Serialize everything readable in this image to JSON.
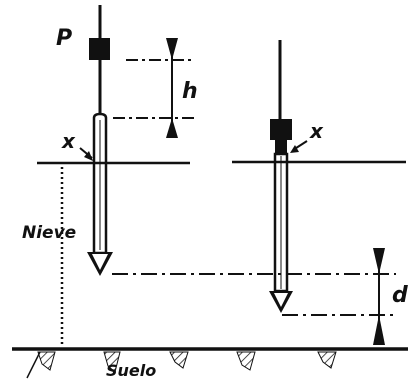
{
  "labels": {
    "weight": "P",
    "drop_height": "h",
    "marker_left": "x",
    "marker_right": "x",
    "snow": "Nieve",
    "penetration": "d",
    "ground": "Suelo"
  },
  "colors": {
    "ink": "#111111",
    "background": "#ffffff"
  }
}
